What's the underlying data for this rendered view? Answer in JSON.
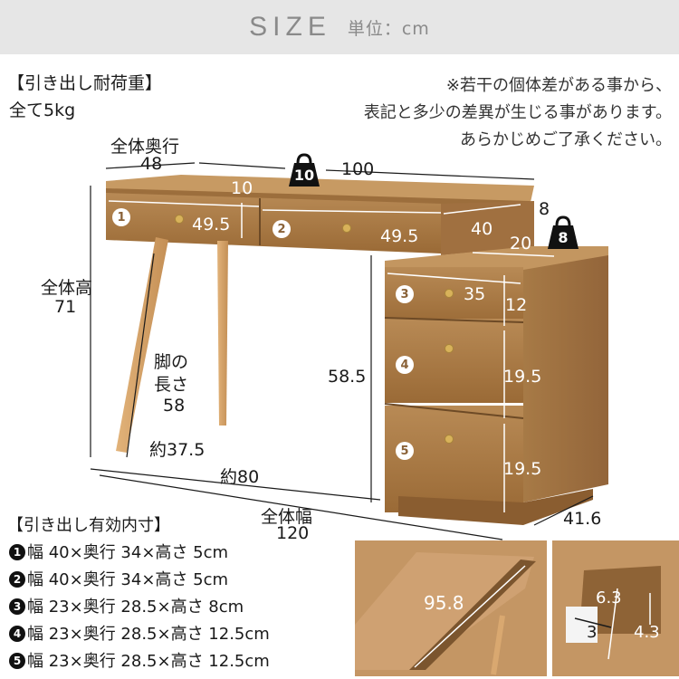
{
  "header": {
    "title": "SIZE",
    "unit": "単位：cm"
  },
  "load": {
    "label": "【引き出し耐荷重】",
    "value": "全て5kg"
  },
  "note": {
    "lines": [
      "※若干の個体差がある事から、",
      "表記と多少の差異が生じる事があります。",
      "あらかじめご了承ください。"
    ]
  },
  "dimensions": {
    "depth_label": "全体奥行",
    "depth_value": "48",
    "desk_width": "100",
    "desk_top_offset": "10",
    "drawer1_width": "49.5",
    "drawer2_width": "49.5",
    "drawer_side": "40",
    "overhang": "8",
    "cabinet_top": "20",
    "height_label": "全体高",
    "height_value": "71",
    "leg_label_1": "脚の",
    "leg_label_2": "長さ",
    "leg_value": "58",
    "leg_span": "約37.5",
    "floor_span": "約80",
    "width_label": "全体幅",
    "width_value": "120",
    "cabinet_height": "58.5",
    "cabinet_depth": "41.6",
    "drawer3_width": "35",
    "drawer3_height": "12",
    "drawer4_height": "19.5",
    "drawer5_height": "19.5"
  },
  "badges": {
    "desk_load": "10",
    "cabinet_load": "8"
  },
  "drawer_numbers": [
    "1",
    "2",
    "3",
    "4",
    "5"
  ],
  "inner": {
    "title": "【引き出し有効内寸】",
    "rows": [
      {
        "num": "1",
        "text": "幅 40×奥行 34×高さ 5cm"
      },
      {
        "num": "2",
        "text": "幅 40×奥行 34×高さ 5cm"
      },
      {
        "num": "3",
        "text": "幅 23×奥行 28.5×高さ 8cm"
      },
      {
        "num": "4",
        "text": "幅 23×奥行 28.5×高さ 12.5cm"
      },
      {
        "num": "5",
        "text": "幅 23×奥行 28.5×高さ 12.5cm"
      }
    ]
  },
  "detail": {
    "slot_length": "95.8",
    "slot_depth": "6.3",
    "slot_width": "3",
    "slot_inner": "4.3"
  },
  "colors": {
    "header_bg": "#e6e6e6",
    "header_text": "#8a8a8a",
    "wood": "#a8773f",
    "leg": "#d9a870"
  }
}
